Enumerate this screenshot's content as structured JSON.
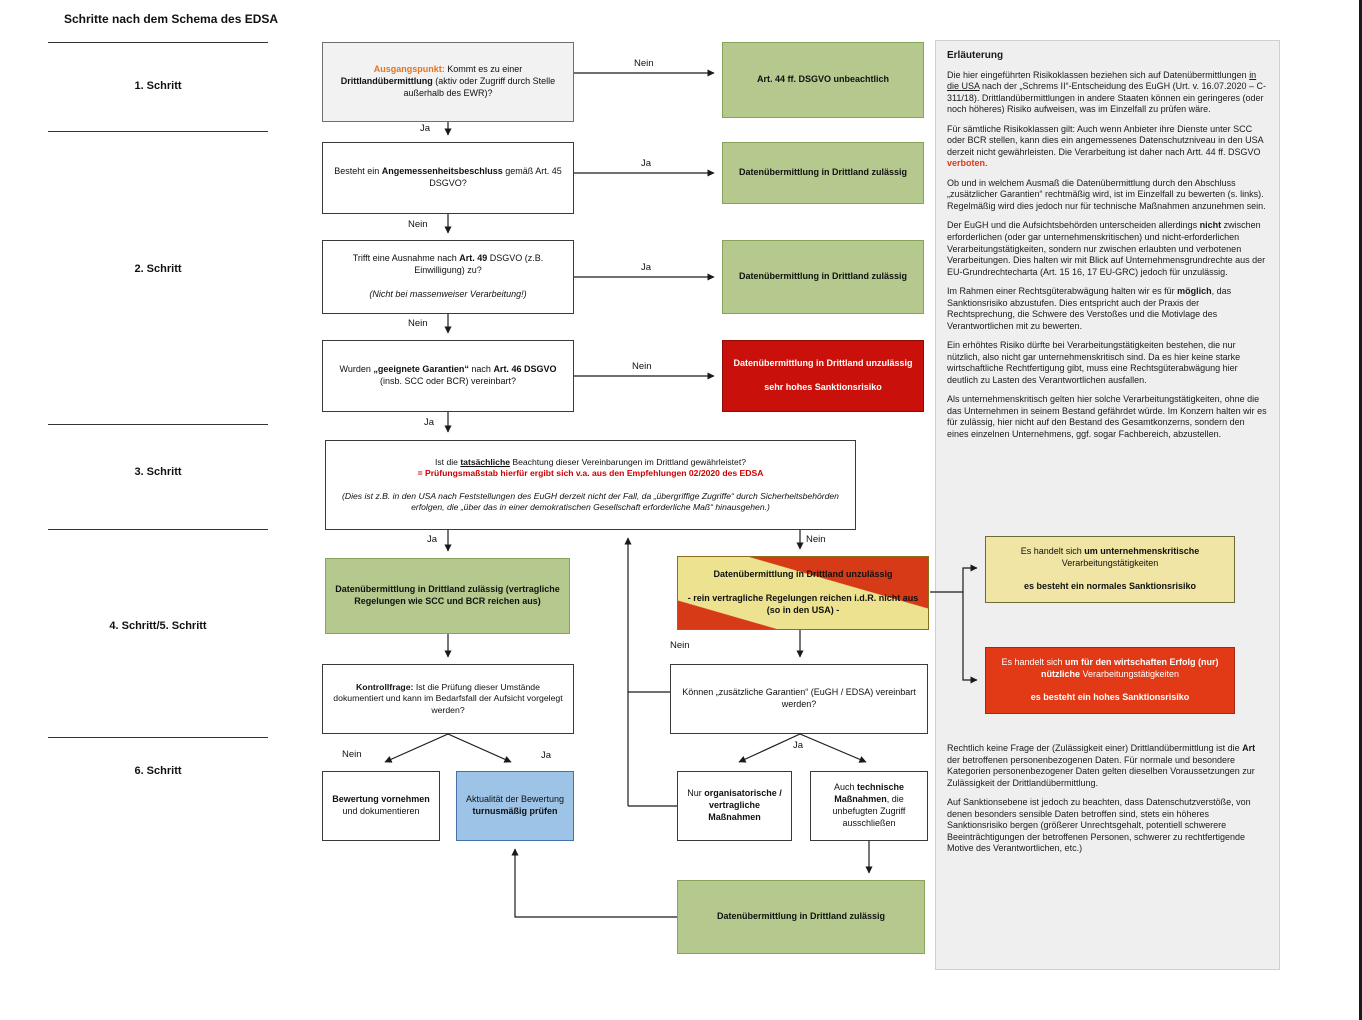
{
  "title": "Schritte nach dem Schema des EDSA",
  "steps": [
    "1. Schritt",
    "2. Schritt",
    "3. Schritt",
    "4. Schritt/5. Schritt",
    "6. Schritt"
  ],
  "labels": {
    "ja": "Ja",
    "nein": "Nein"
  },
  "colors": {
    "green": "#b5c98e",
    "red": "#c9100a",
    "red_orange": "#e23917",
    "yellow": "#f0e5a5",
    "blue": "#9dc3e6",
    "panel_gray": "#efefef",
    "accent_orange": "#e8731a",
    "accent_red": "#d00000"
  },
  "flow": {
    "start": [
      {
        "t": "Ausgangspunkt:",
        "b": true,
        "c": "#e8731a"
      },
      {
        "t": " Kommt es zu einer\n"
      },
      {
        "t": "Drittlandübermittlung",
        "b": true
      },
      {
        "t": " (aktiv oder Zugriff durch Stelle außerhalb des EWR)?"
      }
    ],
    "green_unbeachtlich": "Art. 44 ff. DSGVO unbeachtlich",
    "q_angemessenheit": [
      {
        "t": "Besteht ein "
      },
      {
        "t": "Angemessenheitsbeschluss",
        "b": true
      },
      {
        "t": " gemäß Art. 45 DSGVO?"
      }
    ],
    "green_zulaessig_1": "Datenübermittlung in Drittland zulässig",
    "q_ausnahme": [
      {
        "t": "Trifft eine Ausnahme nach "
      },
      {
        "t": "Art. 49",
        "b": true
      },
      {
        "t": " DSGVO (z.B. Einwilligung) zu?\n\n"
      },
      {
        "t": "(Nicht bei massenweiser Verarbeitung!)",
        "i": true
      }
    ],
    "green_zulaessig_2": "Datenübermittlung in Drittland zulässig",
    "q_garantien": [
      {
        "t": "Wurden "
      },
      {
        "t": "„geeignete Garantien“",
        "b": true
      },
      {
        "t": " nach "
      },
      {
        "t": "Art. 46 DSGVO",
        "b": true
      },
      {
        "t": "\n(insb. SCC oder BCR) vereinbart?"
      }
    ],
    "red_unzulaessig": [
      {
        "t": "Datenübermittlung in Drittland unzulässig",
        "b": true
      },
      {
        "t": "\n\n"
      },
      {
        "t": "sehr hohes Sanktionsrisiko",
        "b": true
      }
    ],
    "q_tatsaechliche": [
      {
        "t": "Ist die "
      },
      {
        "t": "tatsächliche",
        "b": true,
        "u": true
      },
      {
        "t": " Beachtung dieser Vereinbarungen im Drittland gewährleistet?\n"
      },
      {
        "t": "= Prüfungsmaßstab hierfür ergibt sich v.a. aus den Empfehlungen 02/2020 des EDSA",
        "b": true,
        "c": "#d00000"
      },
      {
        "t": "\n\n"
      },
      {
        "t": "(Dies ist z.B. in den USA nach Feststellungen des EuGH derzeit nicht der Fall, da „übergriffige Zugriffe“ durch Sicherheitsbehörden erfolgen, die „über das in einer demokratischen Gesellschaft erforderliche Maß“ hinausgehen.)",
        "i": true
      }
    ],
    "green_vertraglich": [
      {
        "t": "Datenübermittlung in Drittland zulässig (vertragliche Regelungen wie SCC und BCR reichen aus)",
        "b": true
      }
    ],
    "split_unzulaessig": [
      {
        "t": "Datenübermittlung in Drittland unzulässig",
        "b": true
      },
      {
        "t": "\n\n"
      },
      {
        "t": "- rein vertragliche Regelungen reichen i.d.R. nicht aus (so in den USA) -",
        "b": true
      }
    ],
    "kontrollfrage": [
      {
        "t": "Kontrollfrage:",
        "b": true
      },
      {
        "t": " Ist die Prüfung dieser Umstände dokumentiert und kann im Bedarfsfall der Aufsicht vorgelegt werden?"
      }
    ],
    "bewertung": [
      {
        "t": "Bewertung vornehmen",
        "b": true
      },
      {
        "t": " und dokumentieren"
      }
    ],
    "aktualitaet": [
      {
        "t": "Aktualität der Bewertung\n"
      },
      {
        "t": "turnusmäßig prüfen",
        "b": true
      }
    ],
    "q_zusaetzliche": "Können „zusätzliche Garantien“ (EuGH / EDSA) vereinbart werden?",
    "organisatorisch": [
      {
        "t": "Nur "
      },
      {
        "t": "organisatorische / vertragliche Maßnahmen",
        "b": true
      }
    ],
    "technisch": [
      {
        "t": "Auch "
      },
      {
        "t": "technische Maßnahmen",
        "b": true
      },
      {
        "t": ", die unbefugten Zugriff ausschließen"
      }
    ],
    "green_zulaessig_3": "Datenübermittlung in Drittland zulässig",
    "risiko_normal": [
      {
        "t": "Es handelt sich "
      },
      {
        "t": "um unternehmenskritische",
        "b": true
      },
      {
        "t": "\nVerarbeitungstätigkeiten\n\n"
      },
      {
        "t": "es besteht ein normales Sanktionsrisiko",
        "b": true
      }
    ],
    "risiko_hoch": [
      {
        "t": "Es handelt sich "
      },
      {
        "t": "um für den wirtschaften Erfolg (nur) nützliche",
        "b": true
      },
      {
        "t": " Verarbeitungstätigkeiten\n\n"
      },
      {
        "t": "es besteht ein hohes Sanktionsrisiko",
        "b": true
      }
    ]
  },
  "panel": {
    "title": "Erläuterung",
    "paragraphs": [
      [
        {
          "t": "Die hier eingeführten Risikoklassen beziehen sich auf Datenübermittlungen "
        },
        {
          "t": "in die USA",
          "u": true
        },
        {
          "t": " nach der „Schrems II“-Entscheidung des EuGH (Urt. v. 16.07.2020 – C-311/18). Drittlandübermittlungen in andere Staaten können ein geringeres (oder noch höheres) Risiko aufweisen, was im Einzelfall zu prüfen wäre."
        }
      ],
      [
        {
          "t": "Für sämtliche Risikoklassen gilt: Auch wenn Anbieter ihre Dienste unter SCC oder BCR stellen, kann dies ein angemessenes Datenschutzniveau in den USA derzeit nicht gewährleisten. Die Verarbeitung ist daher nach Artt. 44 ff. DSGVO "
        },
        {
          "t": "verboten",
          "b": true,
          "c": "#e23917"
        },
        {
          "t": "."
        }
      ],
      [
        {
          "t": "Ob und in welchem Ausmaß die Datenübermittlung durch den Abschluss „zusätzlicher Garantien“ rechtmäßig wird, ist im Einzelfall zu bewerten (s. links). Regelmäßig wird dies jedoch nur für technische Maßnahmen anzunehmen sein."
        }
      ],
      [
        {
          "t": "Der EuGH und die Aufsichtsbehörden unterscheiden allerdings "
        },
        {
          "t": "nicht",
          "b": true
        },
        {
          "t": " zwischen erforderlichen (oder gar unternehmenskritischen) und nicht-erforderlichen Verarbeitungstätigkeiten, sondern nur zwischen erlaubten und verbotenen Verarbeitungen. Dies halten wir mit Blick auf Unternehmensgrundrechte aus der EU-Grundrechtecharta (Art. 15 16, 17 EU-GRC) jedoch für unzulässig."
        }
      ],
      [
        {
          "t": "Im Rahmen einer Rechtsgüterabwägung halten wir es für "
        },
        {
          "t": "möglich",
          "b": true
        },
        {
          "t": ", das Sanktionsrisiko abzustufen. Dies entspricht auch der Praxis der Rechtsprechung, die Schwere des Verstoßes und die Motivlage des Verantwortlichen mit zu bewerten."
        }
      ],
      [
        {
          "t": "Ein erhöhtes Risiko dürfte bei Verarbeitungstätigkeiten bestehen, die nur nützlich, also nicht gar unternehmenskritisch sind. Da es hier keine starke wirtschaftliche Rechtfertigung gibt, muss eine Rechtsgüterabwägung hier deutlich zu Lasten des Verantwortlichen ausfallen."
        }
      ],
      [
        {
          "t": "Als unternehmenskritisch gelten hier solche Verarbeitungstätigkeiten, ohne die das Unternehmen in seinem Bestand gefährdet würde. Im Konzern halten wir es für zulässig, hier nicht auf den Bestand des Gesamtkonzerns, sondern den eines einzelnen Unternehmens, ggf. sogar Fachbereich, abzustellen."
        }
      ]
    ],
    "bottom_paragraphs": [
      [
        {
          "t": "Rechtlich keine Frage der (Zulässigkeit einer) Drittlandübermittlung ist die "
        },
        {
          "t": "Art",
          "b": true
        },
        {
          "t": " der betroffenen personenbezogenen Daten. Für normale und besondere Kategorien personenbezogener Daten gelten dieselben Voraussetzungen zur Zulässigkeit der Drittlandübermittlung."
        }
      ],
      [
        {
          "t": "Auf Sanktionsebene ist jedoch zu beachten, dass Datenschutzverstöße, von denen besonders sensible Daten betroffen sind, stets ein höheres Sanktionsrisiko bergen (größerer Unrechtsgehalt, potentiell schwerere Beeinträchtigungen der betroffenen Personen, schwerer zu rechtfertigende Motive des Verantwortlichen, etc.)"
        }
      ]
    ]
  }
}
